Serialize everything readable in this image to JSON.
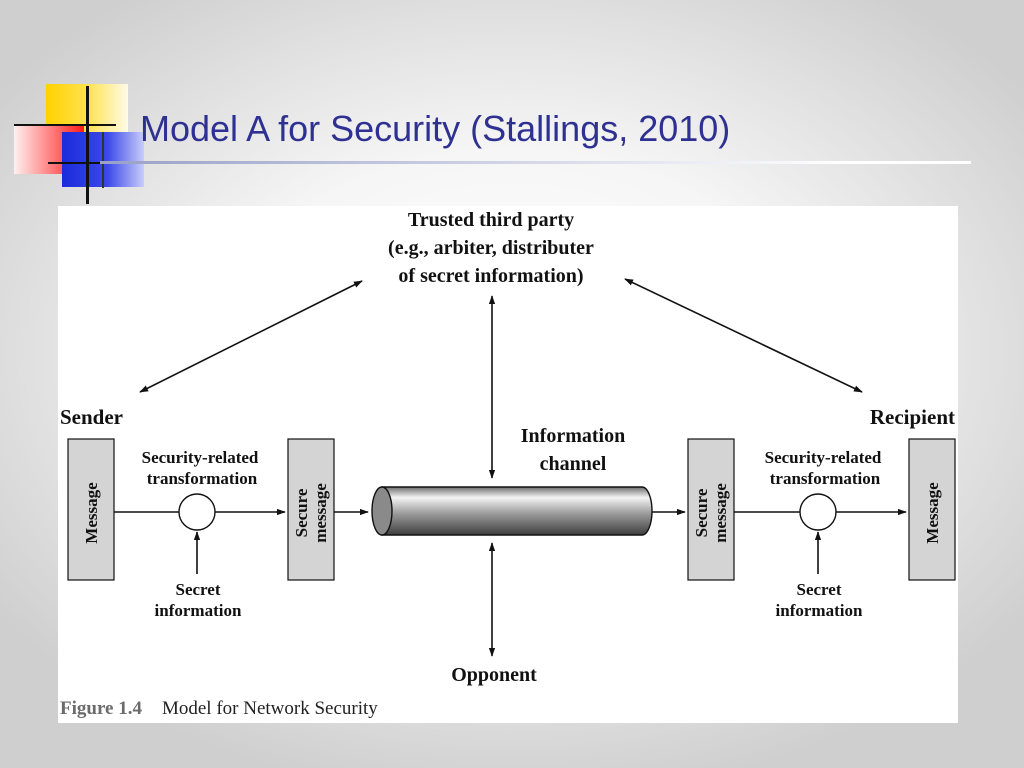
{
  "slide": {
    "title": "Model A for Security (Stallings, 2010)"
  },
  "diagram": {
    "trusted_party": {
      "line1": "Trusted third party",
      "line2": "(e.g., arbiter, distributer",
      "line3": "of secret information)"
    },
    "sender": "Sender",
    "recipient": "Recipient",
    "left": {
      "message": "Message",
      "transformation_line1": "Security-related",
      "transformation_line2": "transformation",
      "secure_line1": "Secure",
      "secure_line2": "message",
      "secret_line1": "Secret",
      "secret_line2": "information"
    },
    "right": {
      "secure_line1": "Secure",
      "secure_line2": "message",
      "transformation_line1": "Security-related",
      "transformation_line2": "transformation",
      "message": "Message",
      "secret_line1": "Secret",
      "secret_line2": "information"
    },
    "channel_line1": "Information",
    "channel_line2": "channel",
    "opponent": "Opponent",
    "caption": {
      "label": "Figure 1.4",
      "text": "Model for Network Security"
    }
  }
}
